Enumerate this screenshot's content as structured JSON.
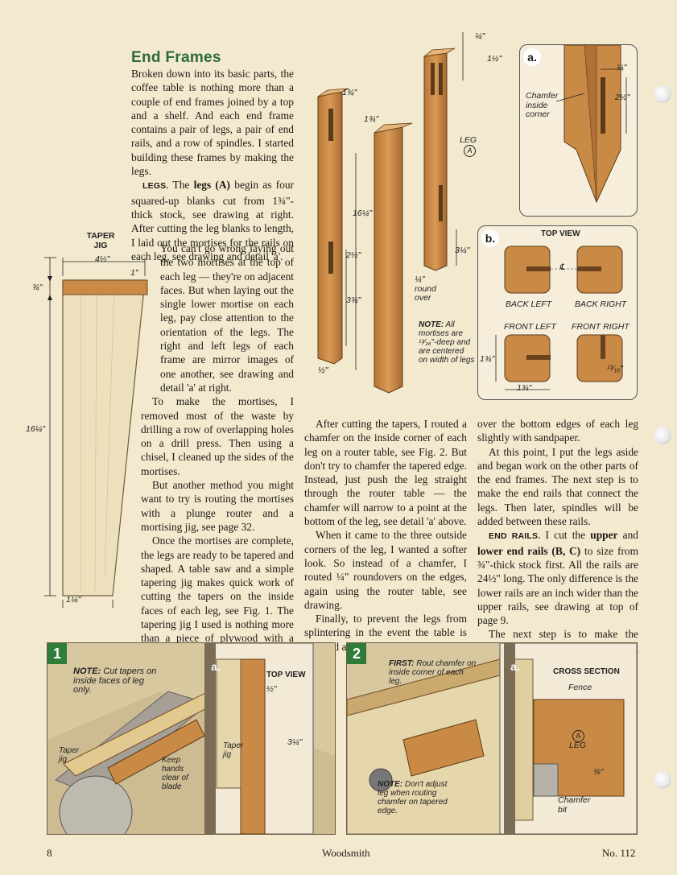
{
  "heading": "End Frames",
  "body_col1": {
    "p1": "Broken down into its basic parts, the coffee table is nothing more than a couple of end frames joined by a top and a shelf. And each end frame contains a pair of legs, a pair of end rails, and a row of spindles. I started building these frames by making the legs.",
    "legs_runin": "LEGS.",
    "legs_p_a": "The",
    "legs_bold": "legs (A)",
    "legs_p_b": "begin as four squared-up blanks cut from 1¾\"-thick stock, see drawing at right. After cutting the leg blanks to length, I laid out the mortises for the rails on each leg, see drawing and detail 'a'.",
    "p3": "You can't go wrong laying out the two mortises at the top of each leg — they're on adjacent faces. But when laying out the single lower mortise on each leg, pay close attention to the orientation of the legs. The right and left legs of each frame are mirror images of one another, see drawing and detail 'a' at right.",
    "p4": "To make the mortises, I removed most of the waste by drilling a row of overlapping holes on a drill press. Then using a chisel, I cleaned up the sides of the mortises.",
    "p5": "But another method you might want to try is routing the mortises with a plunge router and a mortising jig, see page 32.",
    "p6": "Once the mortises are complete, the legs are ready to be tapered and shaped. A table saw and a simple tapering jig makes quick work of cutting the tapers on the inside faces of each leg, see Fig. 1. The tapering jig I used is nothing more than a piece of plywood with a hardwood cleat attached to one end, see drawing in margin at left."
  },
  "body_col2": {
    "p1": "After cutting the tapers, I routed a chamfer on the inside corner of each leg on a router table, see Fig. 2. But don't try to chamfer the tapered edge. Instead, just push the leg straight through the router table — the chamfer will narrow to a point at the bottom of the leg, see detail 'a' above.",
    "p2": "When it came to the three outside corners of the leg, I wanted a softer look. So instead of a chamfer, I routed ¼\" roundovers on the edges, again using the router table, see drawing.",
    "p3": "Finally, to prevent the legs from splintering in the event the table is dragged across the floor, I rounded"
  },
  "body_col3": {
    "p1": "over the bottom edges of each leg slightly with sandpaper.",
    "p2": "At this point, I put the legs aside and began work on the other parts of the end frames. The next step is to make the end rails that connect the legs. Then later, spindles will be added between these rails.",
    "rails_runin": "END RAILS.",
    "rails_a": "I cut the",
    "rails_b1": "upper",
    "rails_c": "and",
    "rails_b2": "lower end rails (B, C)",
    "rails_d": "to size from ¾\"-thick stock first. All the rails are 24½\" long. The only difference is the lower rails are an inch wider than the upper rails, see drawing at top of page 9.",
    "p4": "The next step is to make the mortises for the spindles. But instead of"
  },
  "taper_jig": {
    "title_line1": "TAPER",
    "title_line2": "JIG",
    "dim_width": "4½\"",
    "dim_cleat": "1\"",
    "dim_thick": "¾\"",
    "dim_length": "16¼\"",
    "dim_bottom": "1¼\""
  },
  "leg_drawing": {
    "dim_top1": "1¾\"",
    "dim_top2": "1¾\"",
    "dim_length": "16¼\"",
    "dim_2half": "2½\"",
    "dim_3quarter": "3¾\"",
    "dim_half": "½\"",
    "dim_quarter_top": "¼\"",
    "dim_1half": "1½\"",
    "dim_3quarter_b": "3¼\"",
    "leg_label": "LEG",
    "leg_letter": "A",
    "roundover": "¼\" round over",
    "note_label": "NOTE:",
    "note_text": "All mortises are ¹³⁄₁₆\"-deep and are centered on width of legs"
  },
  "detail_a": {
    "badge": "a.",
    "chamfer_label": "Chamfer inside corner",
    "dim_quarter": "¼\"",
    "dim_2half": "2½\""
  },
  "detail_b": {
    "badge": "b.",
    "title": "TOP VIEW",
    "back_left": "BACK LEFT",
    "back_right": "BACK RIGHT",
    "front_left": "FRONT LEFT",
    "front_right": "FRONT RIGHT",
    "dim_side": "1¾\"",
    "dim_bottom": "1¾\"",
    "dim_depth": "¹³⁄₁₆\"",
    "centerline": "℄"
  },
  "fig1": {
    "number": "1",
    "note_label": "NOTE:",
    "note_text": "Cut tapers on inside faces of leg only.",
    "taper_jig": "Taper jig",
    "keep_hands": "Keep hands clear of blade",
    "detail_badge": "a.",
    "top_view": "TOP VIEW",
    "dim_half": "½\"",
    "dim_3quarter": "3¼\"",
    "detail_jig": "Taper jig"
  },
  "fig2": {
    "number": "2",
    "first_label": "FIRST:",
    "first_text": "Rout chamfer on inside corner of each leg.",
    "note_label": "NOTE:",
    "note_text": "Don't adjust leg when routing chamfer on tapered edge.",
    "detail_badge": "a.",
    "cross_section": "CROSS SECTION",
    "fence": "Fence",
    "leg_letter": "A",
    "leg_label": "LEG",
    "dim_3eighths": "⅜\"",
    "chamfer_bit": "Chamfer bit"
  },
  "footer": {
    "page_number": "8",
    "magazine": "Woodsmith",
    "issue": "No. 112"
  },
  "colors": {
    "heading_green": "#2c6b3a",
    "wood": "#c98a45",
    "wood_dark": "#8b5a2b",
    "paper": "#f3e9cf"
  }
}
